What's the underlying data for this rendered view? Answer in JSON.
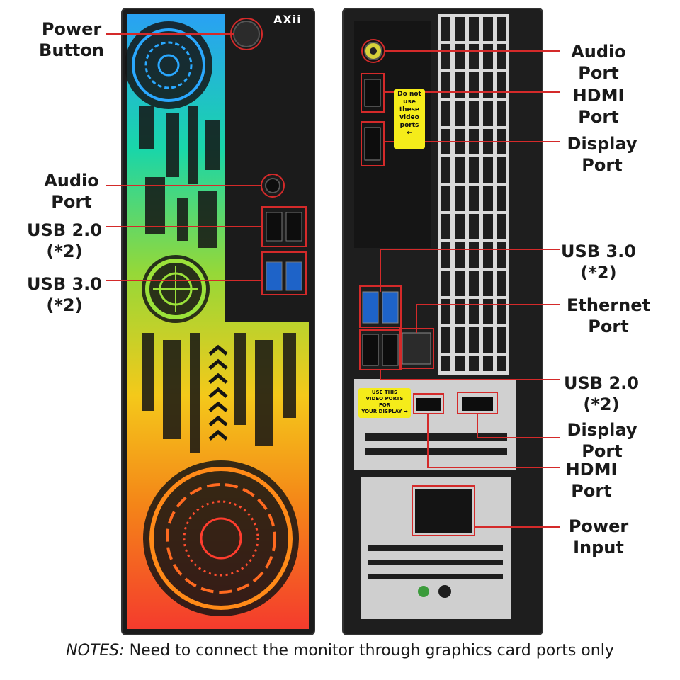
{
  "front_labels": {
    "power_button": "Power\nButton",
    "audio_port": "Audio\nPort",
    "usb2": "USB 2.0\n(*2)",
    "usb3": "USB 3.0\n(*2)"
  },
  "rear_labels": {
    "audio_port": "Audio\nPort",
    "hdmi_port": "HDMI\nPort",
    "display_port": "Display\nPort",
    "usb3": "USB 3.0\n(*2)",
    "ethernet_port": "Ethernet\nPort",
    "usb2": "USB 2.0\n(*2)",
    "gpu_display_port": "Display\nPort",
    "gpu_hdmi_port": "HDMI\nPort",
    "power_input": "Power\nInput"
  },
  "brand": "AXii",
  "stickers": {
    "do_not_use": "Do not\nuse\nthese\nvideo\nports\n←",
    "use_this": "USE THIS\nVIDEO PORTS\nFOR\nYOUR DISPLAY ➡"
  },
  "notes": {
    "prefix": "NOTES:",
    "text": " Need to connect the monitor through graphics card ports only"
  },
  "colors": {
    "callout": "#d42a2a",
    "sticker": "#f5ec1a",
    "case": "#1b1b1b"
  }
}
